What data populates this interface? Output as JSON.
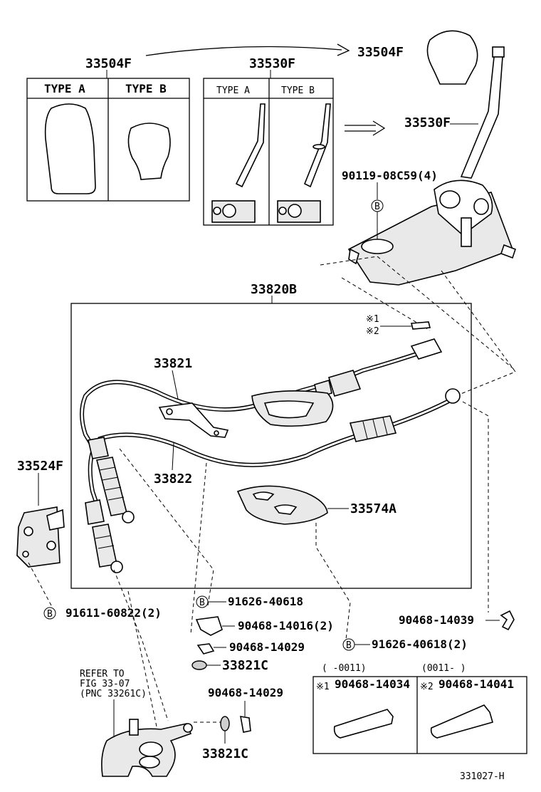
{
  "diagram_code": "331027-H",
  "callouts": {
    "knob_top": "33504F",
    "knob_box": "33504F",
    "lever_box": "33530F",
    "lever_main": "33530F",
    "bolt_main": "90119-08C59(4)",
    "cable_assy": "33820B",
    "cable_1": "33821",
    "cable_2": "33822",
    "bracket": "33524F",
    "cover_plate": "33574A",
    "bolt_left": "91611-60822(2)",
    "bolt_mid": "91626-40618",
    "clip_a": "90468-14016(2)",
    "clip_b": "90468-14029",
    "bushing_a": "33821C",
    "bolt_right": "91626-40618(2)",
    "clip_right": "90468-14039",
    "clip_c": "90468-14029",
    "bushing_b": "33821C",
    "marker_b": "B",
    "note_1": "※1",
    "note_2": "※2"
  },
  "knob_types": {
    "type_a": "TYPE A",
    "type_b": "TYPE B"
  },
  "lever_types": {
    "type_a": "TYPE A",
    "type_b": "TYPE B"
  },
  "reference": {
    "line1": "REFER TO",
    "line2": "FIG 33-07",
    "line3": "(PNC 33261C)"
  },
  "variants": [
    {
      "range": "( -0011)",
      "marker": "※1",
      "part": "90468-14034"
    },
    {
      "range": "(0011- )",
      "marker": "※2",
      "part": "90468-14041"
    }
  ]
}
